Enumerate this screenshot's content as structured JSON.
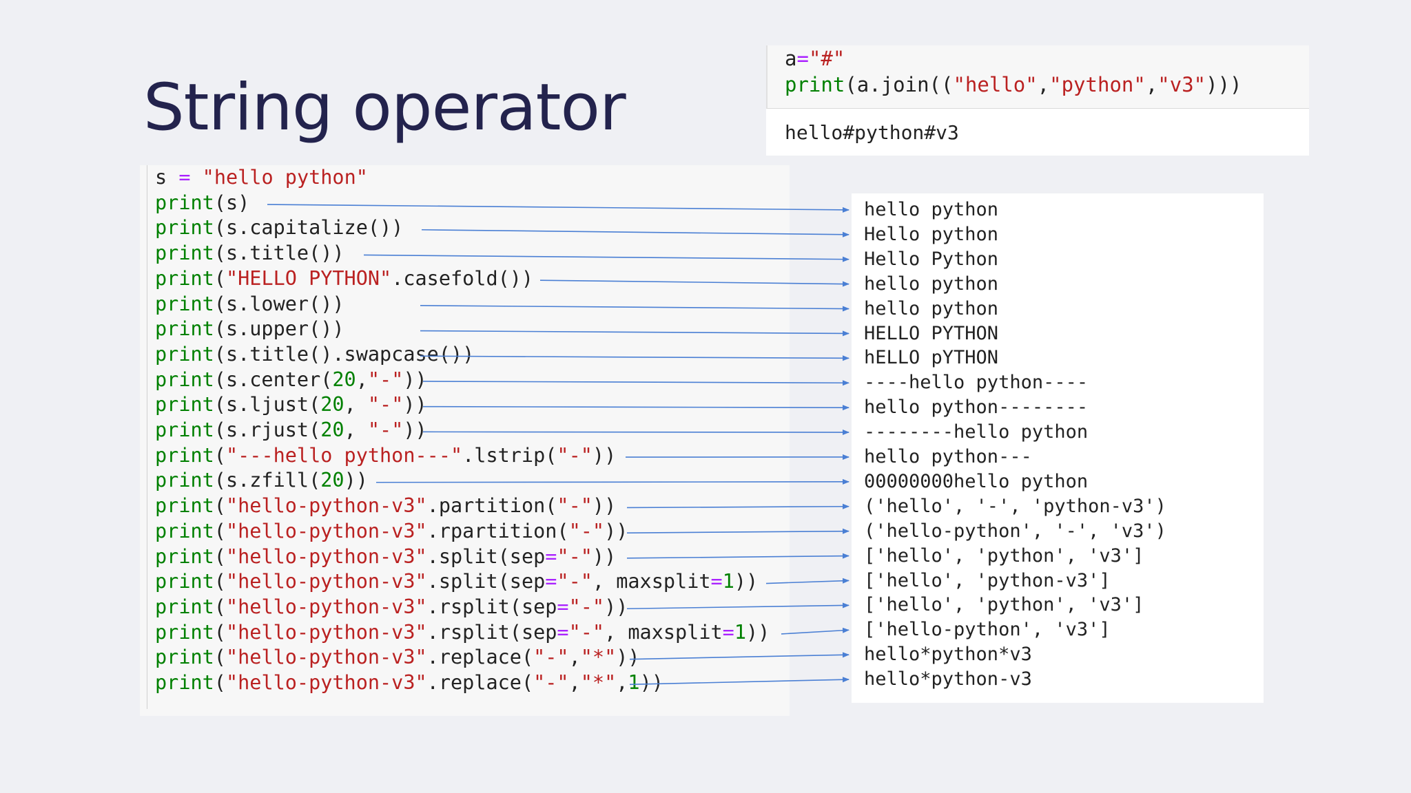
{
  "slide": {
    "title": "String operator"
  },
  "join_example": {
    "code": [
      [
        [
          "t",
          "a"
        ],
        [
          "op",
          "="
        ],
        [
          "st",
          "\"#\""
        ]
      ],
      [
        [
          "kw",
          "print"
        ],
        [
          "t",
          "(a.join(("
        ],
        [
          "st",
          "\"hello\""
        ],
        [
          "t",
          ","
        ],
        [
          "st",
          "\"python\""
        ],
        [
          "t",
          ","
        ],
        [
          "st",
          "\"v3\""
        ],
        [
          "t",
          ")))"
        ]
      ]
    ],
    "output": "hello#python#v3"
  },
  "code_lines": [
    [
      [
        "t",
        "s "
      ],
      [
        "op",
        "="
      ],
      [
        "t",
        " "
      ],
      [
        "st",
        "\"hello python\""
      ]
    ],
    [
      [
        "kw",
        "print"
      ],
      [
        "t",
        "(s)"
      ]
    ],
    [
      [
        "kw",
        "print"
      ],
      [
        "t",
        "(s.capitalize())"
      ]
    ],
    [
      [
        "kw",
        "print"
      ],
      [
        "t",
        "(s.title())"
      ]
    ],
    [
      [
        "kw",
        "print"
      ],
      [
        "t",
        "("
      ],
      [
        "st",
        "\"HELLO PYTHON\""
      ],
      [
        "t",
        ".casefold())"
      ]
    ],
    [
      [
        "kw",
        "print"
      ],
      [
        "t",
        "(s.lower())"
      ]
    ],
    [
      [
        "kw",
        "print"
      ],
      [
        "t",
        "(s.upper())"
      ]
    ],
    [
      [
        "kw",
        "print"
      ],
      [
        "t",
        "(s.title().swapcase())"
      ]
    ],
    [
      [
        "kw",
        "print"
      ],
      [
        "t",
        "(s.center("
      ],
      [
        "nm",
        "20"
      ],
      [
        "t",
        ","
      ],
      [
        "st",
        "\"-\""
      ],
      [
        "t",
        "))"
      ]
    ],
    [
      [
        "kw",
        "print"
      ],
      [
        "t",
        "(s.ljust("
      ],
      [
        "nm",
        "20"
      ],
      [
        "t",
        ", "
      ],
      [
        "st",
        "\"-\""
      ],
      [
        "t",
        "))"
      ]
    ],
    [
      [
        "kw",
        "print"
      ],
      [
        "t",
        "(s.rjust("
      ],
      [
        "nm",
        "20"
      ],
      [
        "t",
        ", "
      ],
      [
        "st",
        "\"-\""
      ],
      [
        "t",
        "))"
      ]
    ],
    [
      [
        "kw",
        "print"
      ],
      [
        "t",
        "("
      ],
      [
        "st",
        "\"---hello python---\""
      ],
      [
        "t",
        ".lstrip("
      ],
      [
        "st",
        "\"-\""
      ],
      [
        "t",
        "))"
      ]
    ],
    [
      [
        "kw",
        "print"
      ],
      [
        "t",
        "(s.zfill("
      ],
      [
        "nm",
        "20"
      ],
      [
        "t",
        "))"
      ]
    ],
    [
      [
        "kw",
        "print"
      ],
      [
        "t",
        "("
      ],
      [
        "st",
        "\"hello-python-v3\""
      ],
      [
        "t",
        ".partition("
      ],
      [
        "st",
        "\"-\""
      ],
      [
        "t",
        "))"
      ]
    ],
    [
      [
        "kw",
        "print"
      ],
      [
        "t",
        "("
      ],
      [
        "st",
        "\"hello-python-v3\""
      ],
      [
        "t",
        ".rpartition("
      ],
      [
        "st",
        "\"-\""
      ],
      [
        "t",
        "))"
      ]
    ],
    [
      [
        "kw",
        "print"
      ],
      [
        "t",
        "("
      ],
      [
        "st",
        "\"hello-python-v3\""
      ],
      [
        "t",
        ".split(sep"
      ],
      [
        "op",
        "="
      ],
      [
        "st",
        "\"-\""
      ],
      [
        "t",
        "))"
      ]
    ],
    [
      [
        "kw",
        "print"
      ],
      [
        "t",
        "("
      ],
      [
        "st",
        "\"hello-python-v3\""
      ],
      [
        "t",
        ".split(sep"
      ],
      [
        "op",
        "="
      ],
      [
        "st",
        "\"-\""
      ],
      [
        "t",
        ", maxsplit"
      ],
      [
        "op",
        "="
      ],
      [
        "nm",
        "1"
      ],
      [
        "t",
        "))"
      ]
    ],
    [
      [
        "kw",
        "print"
      ],
      [
        "t",
        "("
      ],
      [
        "st",
        "\"hello-python-v3\""
      ],
      [
        "t",
        ".rsplit(sep"
      ],
      [
        "op",
        "="
      ],
      [
        "st",
        "\"-\""
      ],
      [
        "t",
        "))"
      ]
    ],
    [
      [
        "kw",
        "print"
      ],
      [
        "t",
        "("
      ],
      [
        "st",
        "\"hello-python-v3\""
      ],
      [
        "t",
        ".rsplit(sep"
      ],
      [
        "op",
        "="
      ],
      [
        "st",
        "\"-\""
      ],
      [
        "t",
        ", maxsplit"
      ],
      [
        "op",
        "="
      ],
      [
        "nm",
        "1"
      ],
      [
        "t",
        "))"
      ]
    ],
    [
      [
        "kw",
        "print"
      ],
      [
        "t",
        "("
      ],
      [
        "st",
        "\"hello-python-v3\""
      ],
      [
        "t",
        ".replace("
      ],
      [
        "st",
        "\"-\""
      ],
      [
        "t",
        ","
      ],
      [
        "st",
        "\"*\""
      ],
      [
        "t",
        "))"
      ]
    ],
    [
      [
        "kw",
        "print"
      ],
      [
        "t",
        "("
      ],
      [
        "st",
        "\"hello-python-v3\""
      ],
      [
        "t",
        ".replace("
      ],
      [
        "st",
        "\"-\""
      ],
      [
        "t",
        ","
      ],
      [
        "st",
        "\"*\""
      ],
      [
        "t",
        ","
      ],
      [
        "nm",
        "1"
      ],
      [
        "t",
        "))"
      ]
    ]
  ],
  "outputs": [
    "hello python",
    "Hello python",
    "Hello Python",
    "hello python",
    "hello python",
    "HELLO PYTHON",
    "hELLO pYTHON",
    "----hello python----",
    "hello python--------",
    "--------hello python",
    "hello python---",
    "00000000hello python",
    "('hello', '-', 'python-v3')",
    "('hello-python', '-', 'v3')",
    "['hello', 'python', 'v3']",
    "['hello', 'python-v3']",
    "['hello', 'python', 'v3']",
    "['hello-python', 'v3']",
    "hello*python*v3",
    "hello*python-v3"
  ],
  "colors": {
    "arrow": "#4a7fd4",
    "keyword": "#008000",
    "string": "#ba2121",
    "operator": "#aa22ff",
    "title": "#23234d"
  }
}
